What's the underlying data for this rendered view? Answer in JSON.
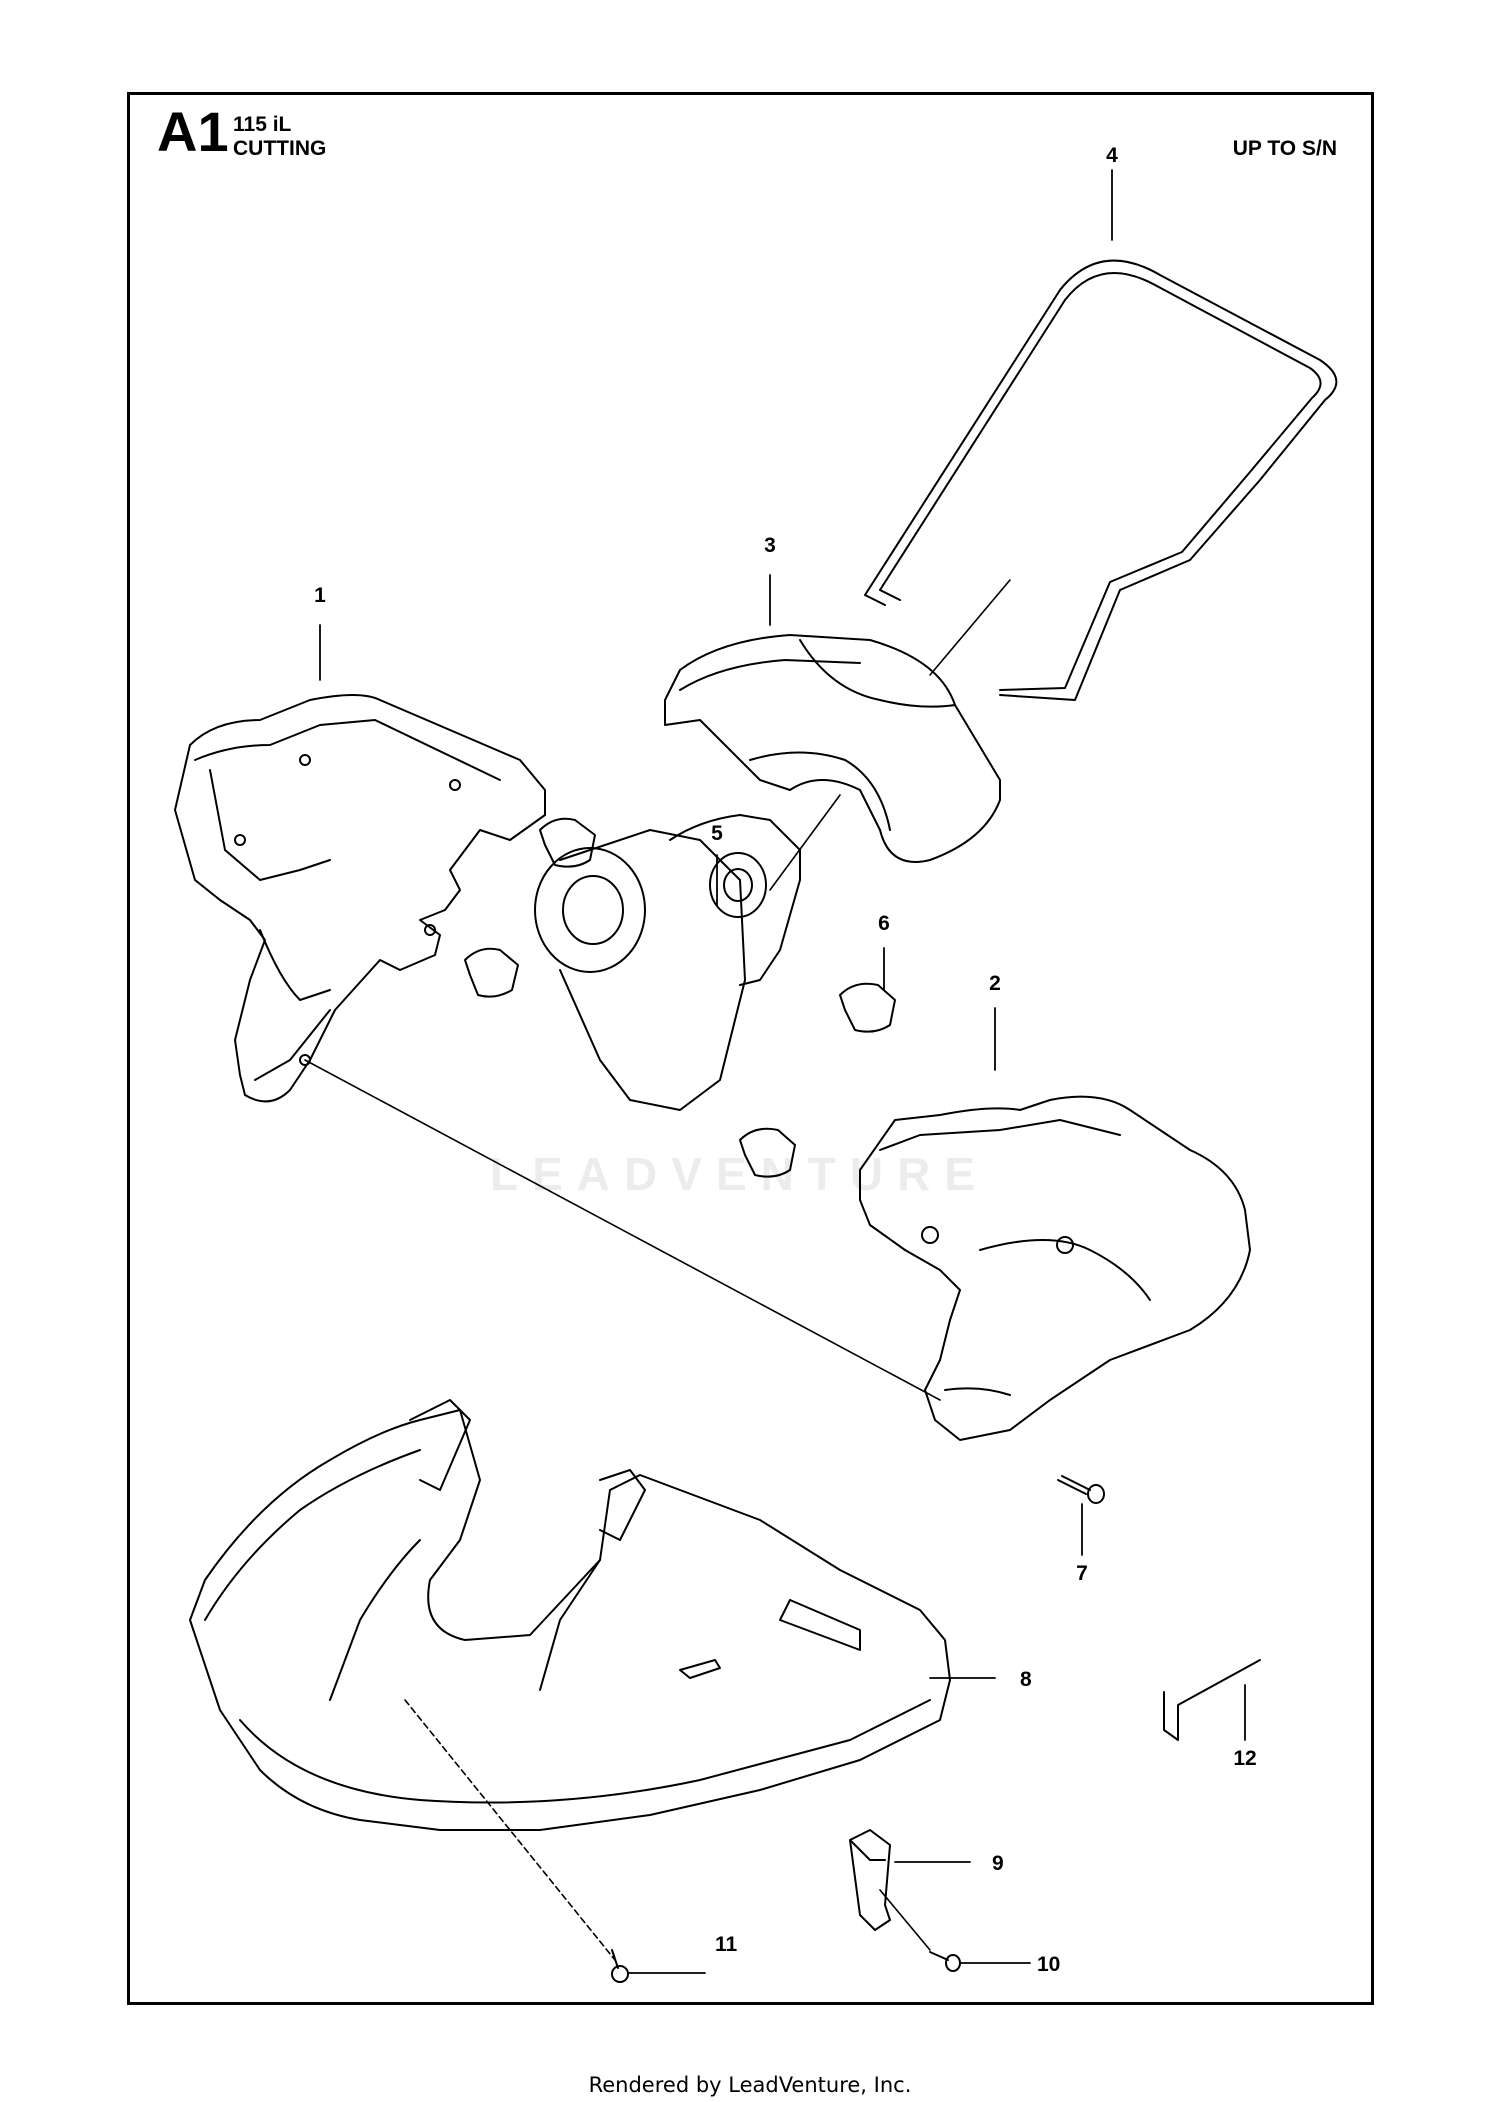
{
  "sheet": {
    "code": "A1",
    "model": "115 iL",
    "section": "CUTTING",
    "serial_note": "UP TO S/N"
  },
  "watermark": "LEADVENTURE",
  "footer": "Rendered by LeadVenture, Inc.",
  "callouts": [
    "1",
    "2",
    "3",
    "4",
    "5",
    "6",
    "7",
    "8",
    "9",
    "10",
    "11",
    "12"
  ],
  "parts": [
    {
      "callout": "1",
      "icon": "housing-half-left-icon"
    },
    {
      "callout": "2",
      "icon": "housing-half-right-icon"
    },
    {
      "callout": "3",
      "icon": "motor-cover-icon"
    },
    {
      "callout": "4",
      "icon": "wire-guard-icon"
    },
    {
      "callout": "5",
      "icon": "motor-icon"
    },
    {
      "callout": "6",
      "icon": "damper-icon"
    },
    {
      "callout": "7",
      "icon": "screw-icon"
    },
    {
      "callout": "8",
      "icon": "trimmer-guard-icon"
    },
    {
      "callout": "9",
      "icon": "line-cutter-blade-icon"
    },
    {
      "callout": "10",
      "icon": "screw-icon"
    },
    {
      "callout": "11",
      "icon": "screw-icon"
    },
    {
      "callout": "12",
      "icon": "hex-key-icon"
    }
  ],
  "colors": {
    "line": "#000000",
    "frame": "#000000",
    "watermark": "#ececec"
  }
}
